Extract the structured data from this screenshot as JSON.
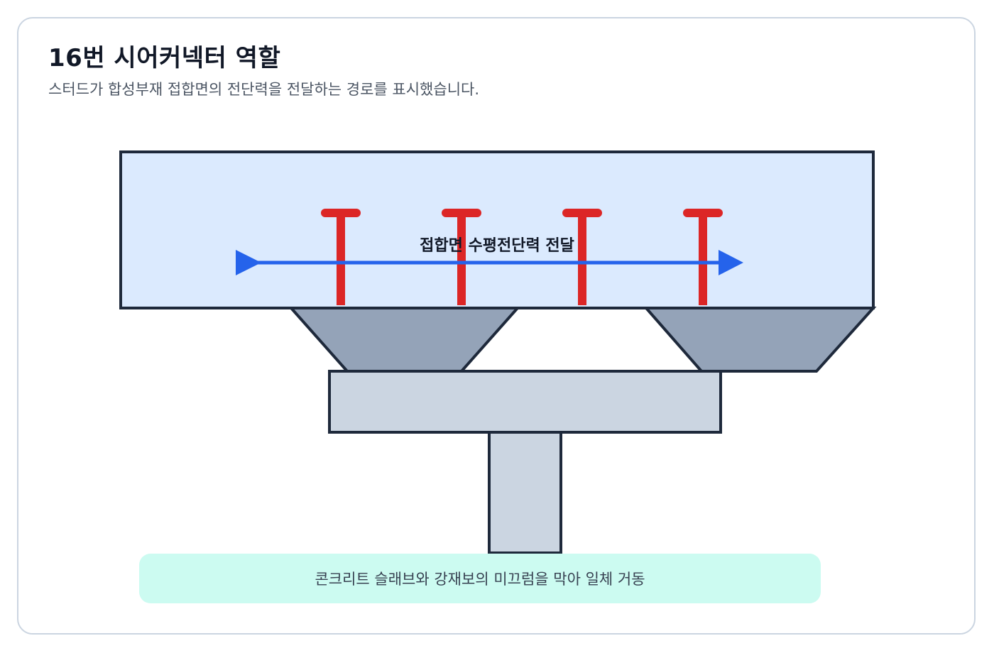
{
  "header": {
    "title": "16번 시어커넥터 역할",
    "subtitle": "스터드가 합성부재 접합면의 전단력을 전달하는 경로를 표시했습니다."
  },
  "diagram": {
    "arrow_label": "접합면 수평전단력 전달",
    "stud_count": 4,
    "colors": {
      "slab_fill": "#dbeafe",
      "outline": "#1e293b",
      "haunch_fill": "#94a3b8",
      "girder_fill": "#cbd5e1",
      "stud": "#dc2626",
      "arrow": "#2563eb"
    }
  },
  "note": {
    "text": "콘크리트 슬래브와 강재보의 미끄럼을 막아 일체 거동"
  }
}
